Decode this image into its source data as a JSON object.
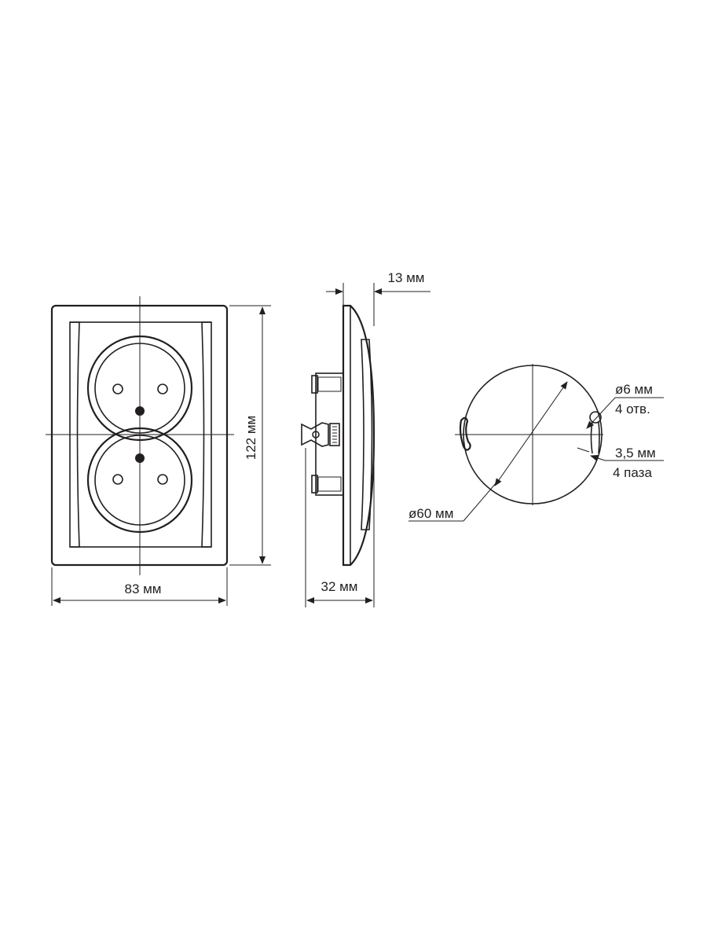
{
  "dimensions": {
    "width": "83 мм",
    "height": "122 мм",
    "depth_total": "32 мм",
    "depth_front": "13 мм",
    "mount_diameter": "ø60 мм",
    "hole_diameter": "ø6 мм",
    "hole_count": "4 отв.",
    "slot_width": "3,5 мм",
    "slot_count": "4 паза"
  }
}
